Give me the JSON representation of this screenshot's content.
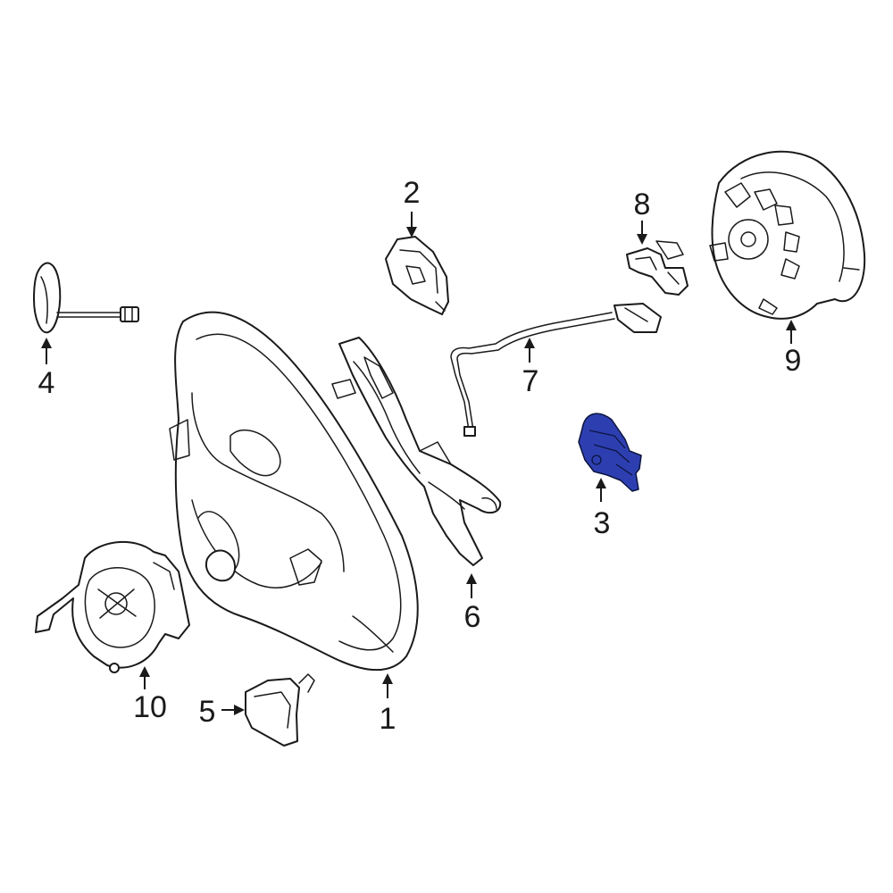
{
  "highlight_color": "#2d3fb0",
  "highlighted_part": "3",
  "callouts": {
    "c1": "1",
    "c2": "2",
    "c3": "3",
    "c4": "4",
    "c5": "5",
    "c6": "6",
    "c7": "7",
    "c8": "8",
    "c9": "9",
    "c10": "10"
  }
}
